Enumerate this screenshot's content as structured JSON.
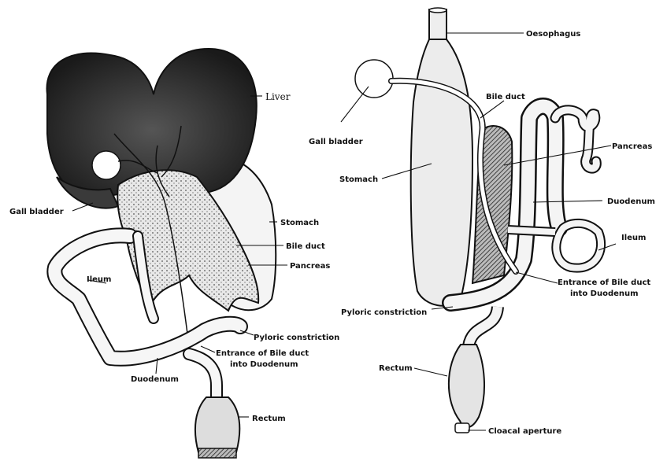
{
  "left_figure": {
    "labels": {
      "liver": "Liver",
      "gall_bladder": "Gall bladder",
      "stomach": "Stomach",
      "bile_duct": "Bile duct",
      "pancreas": "Pancreas",
      "ileum": "Ileum",
      "pyloric_constriction": "Pyloric constriction",
      "entrance_line1": "Entrance of Bile duct",
      "entrance_line2": "into Duodenum",
      "duodenum": "Duodenum",
      "rectum": "Rectum"
    }
  },
  "right_figure": {
    "labels": {
      "oesophagus": "Oesophagus",
      "bile_duct": "Bile duct",
      "gall_bladder": "Gall bladder",
      "pancreas": "Pancreas",
      "stomach": "Stomach",
      "duodenum": "Duodenum",
      "ileum": "Ileum",
      "entrance_line1": "Entrance of Bile duct",
      "entrance_line2": "into Duodenum",
      "pyloric_constriction": "Pyloric constriction",
      "rectum": "Rectum",
      "cloacal_aperture": "Cloacal aperture"
    }
  },
  "colors": {
    "ink": "#111111",
    "liver": "#2a2a2a",
    "tissue": "#f2f2f2"
  }
}
